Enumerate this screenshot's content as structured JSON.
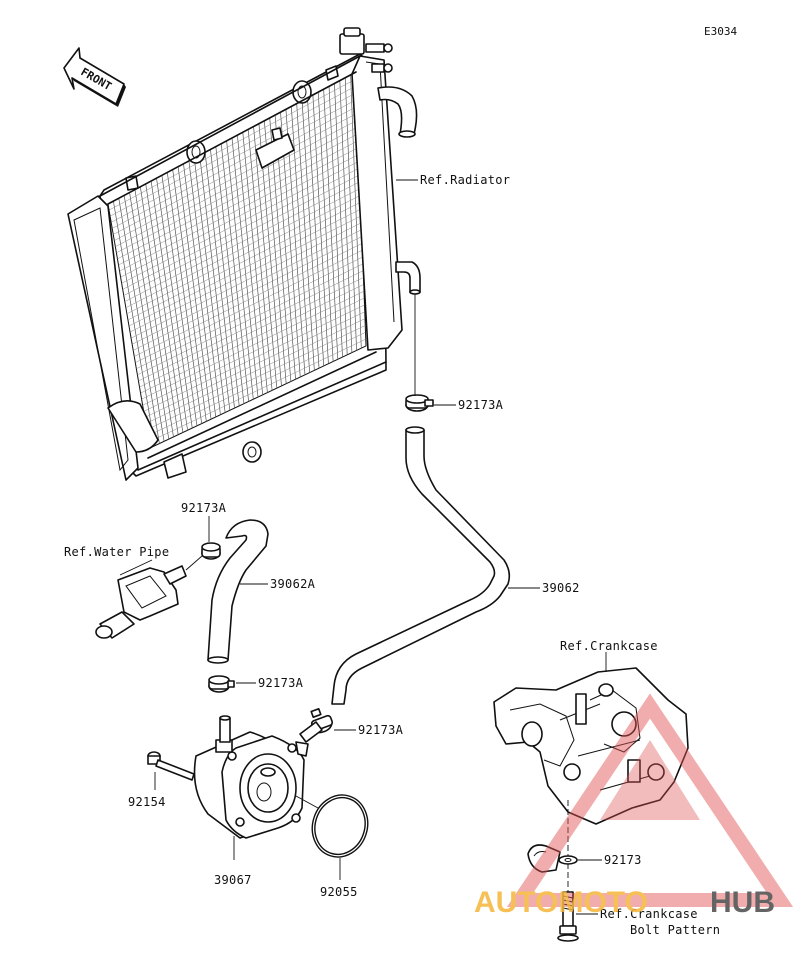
{
  "diagram_code": "E3034",
  "front_label": "FRONT",
  "labels": {
    "ref_radiator": "Ref.Radiator",
    "clamp_upper": "92173A",
    "clamp_left": "92173A",
    "ref_water_pipe": "Ref.Water Pipe",
    "hose_short": "39062A",
    "clamp_lower_left": "92173A",
    "hose_long": "39062",
    "clamp_lower_right": "92173A",
    "ref_crankcase": "Ref.Crankcase",
    "bolt": "92154",
    "oil_cooler": "39067",
    "o_ring": "92055",
    "clamp_crankcase": "92173",
    "ref_crankcase_bolt_1": "Ref.Crankcase",
    "ref_crankcase_bolt_2": "Bolt Pattern"
  },
  "watermark": {
    "word_a": "AUTOMOTO",
    "word_b": "HUB",
    "color_a": "#f5b63a",
    "color_b": "#4a4a4a",
    "triangle_color": "#e05050"
  }
}
